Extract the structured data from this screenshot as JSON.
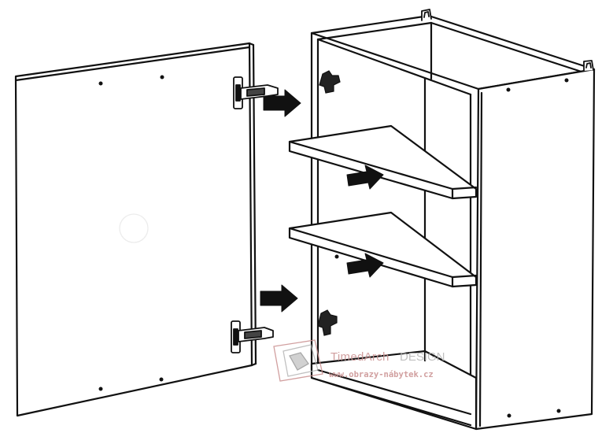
{
  "watermark": {
    "brand_part1": "TimedArch",
    "brand_part2": "DESIGN",
    "url": "www.obrazy-nábytek.cz"
  },
  "colors": {
    "line": "#111111",
    "arrow": "#111111",
    "watermark": "#c98f8f"
  },
  "icons": {
    "hinge": "cabinet-hinge-icon",
    "arrow": "right-arrow-icon",
    "hanger": "wall-hanger-icon"
  }
}
